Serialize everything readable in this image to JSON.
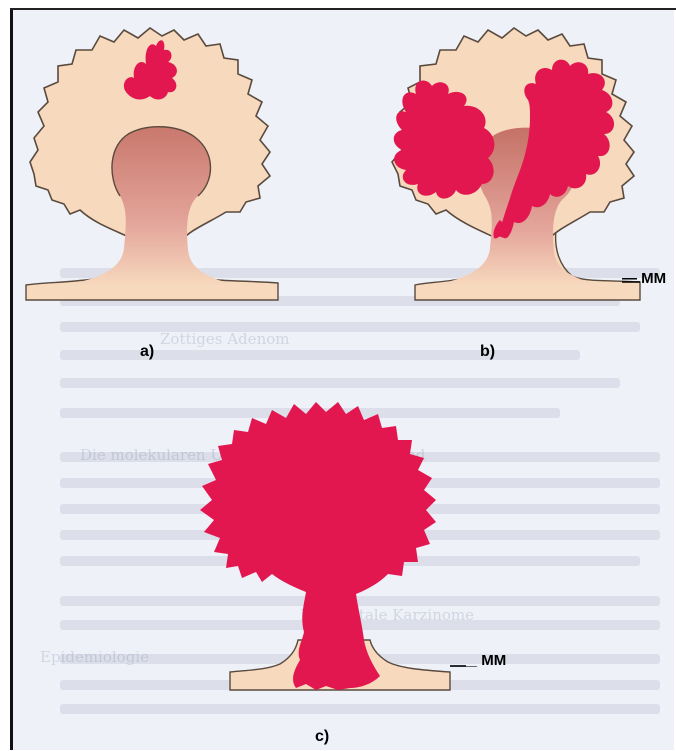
{
  "panels": [
    {
      "label": "a)",
      "mm_label": ""
    },
    {
      "label": "b)",
      "mm_label": "— MM"
    },
    {
      "label": "c)",
      "mm_label": "___ MM"
    }
  ],
  "colors": {
    "background_page": "#eef1f8",
    "polyp_tissue": "#f7d9bd",
    "polyp_outline": "#5a4a3e",
    "stalk_core": "#d98a80",
    "carcinoma": "#e3174f"
  },
  "ghost_text_lines": [
    "Zottiges Adenom",
    "Die molekularen Ursachen des FAP-Gens und",
    "Kolorektale Karzinome",
    "Epidemiologie"
  ]
}
